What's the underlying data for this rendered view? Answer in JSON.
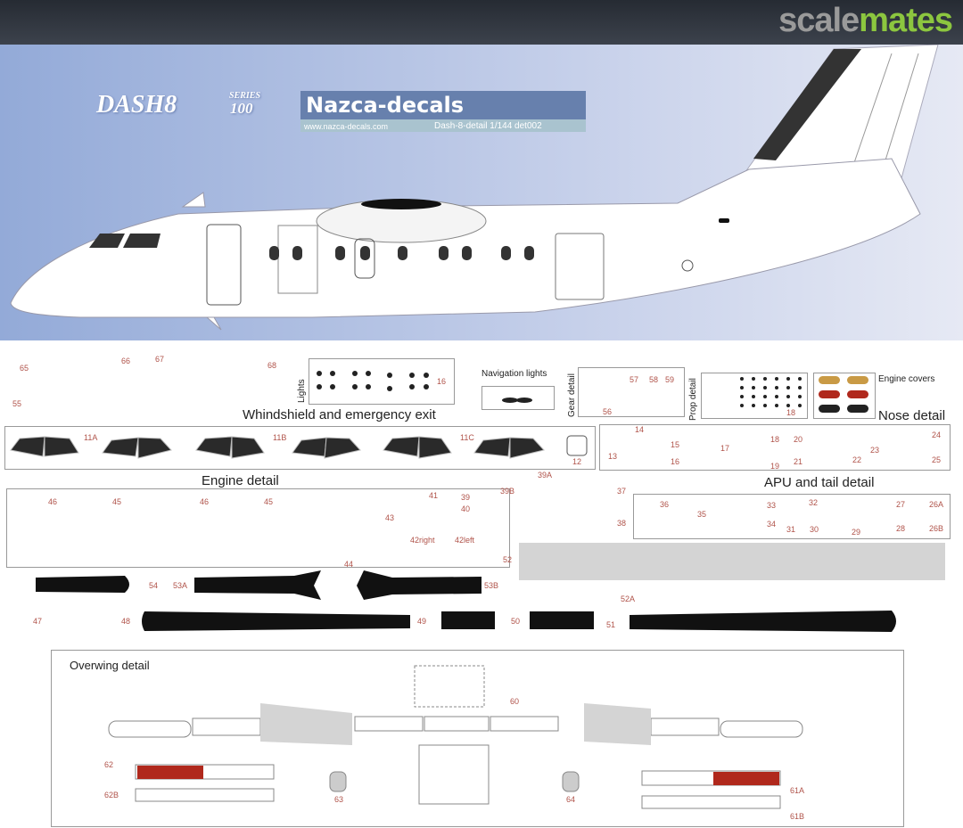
{
  "watermark": {
    "part1": "scale",
    "part2": "mates",
    "colors": {
      "scale": "#9a9a9a",
      "mates": "#8cc63f"
    }
  },
  "header": {
    "dash8": "DASH8",
    "series": "SERIES",
    "series_no": "100",
    "brand": "Nazca-decals",
    "website": "www.nazca-decals.com",
    "product": "Dash-8-detail 1/144 det002"
  },
  "sections": {
    "lights": "Lights",
    "nav_lights": "Navigation lights",
    "gear": "Gear detail",
    "prop": "Prop detail",
    "engine_covers": "Engine covers",
    "windshield": "Whindshield and emergency exit",
    "nose": "Nose detail",
    "engine": "Engine detail",
    "apu": "APU and tail detail",
    "overwing": "Overwing detail"
  },
  "labels": {
    "n65": "65",
    "n66": "66",
    "n67": "67",
    "n68": "68",
    "n55": "55",
    "n16a": "16",
    "n11A": "11A",
    "n11B": "11B",
    "n11C": "11C",
    "n12": "12",
    "n14": "14",
    "n13": "13",
    "n15": "15",
    "n16": "16",
    "n17": "17",
    "n18": "18",
    "n19": "19",
    "n20": "20",
    "n21": "21",
    "n22": "22",
    "n23": "23",
    "n24": "24",
    "n25": "25",
    "n57": "57",
    "n58": "58",
    "n59": "59",
    "n56": "56",
    "n18b": "18",
    "n39A": "39A",
    "n39B": "39B",
    "n37": "37",
    "n38": "38",
    "n46a": "46",
    "n45a": "45",
    "n46b": "46",
    "n45b": "45",
    "n41": "41",
    "n39": "39",
    "n40": "40",
    "n43": "43",
    "n44": "44",
    "n42r": "42right",
    "n42l": "42left",
    "n52": "52",
    "n36": "36",
    "n35": "35",
    "n33": "33",
    "n34": "34",
    "n32": "32",
    "n31": "31",
    "n30": "30",
    "n29": "29",
    "n27": "27",
    "n28": "28",
    "n26A": "26A",
    "n26B": "26B",
    "n54": "54",
    "n53A": "53A",
    "n53B": "53B",
    "n52A": "52A",
    "n47": "47",
    "n48": "48",
    "n49": "49",
    "n50": "50",
    "n51": "51",
    "n60": "60",
    "n62": "62",
    "n62B": "62B",
    "n63": "63",
    "n64": "64",
    "n61A": "61A",
    "n61B": "61B"
  },
  "colors": {
    "hero_left": "#93aad8",
    "hero_right": "#e6e9f4",
    "label_red": "#b0534a",
    "strip_red": "#b0281c",
    "panel_gray": "#d4d4d4",
    "cover_gold": "#c99a45",
    "cover_red": "#b0281c",
    "cover_black": "#222222"
  }
}
